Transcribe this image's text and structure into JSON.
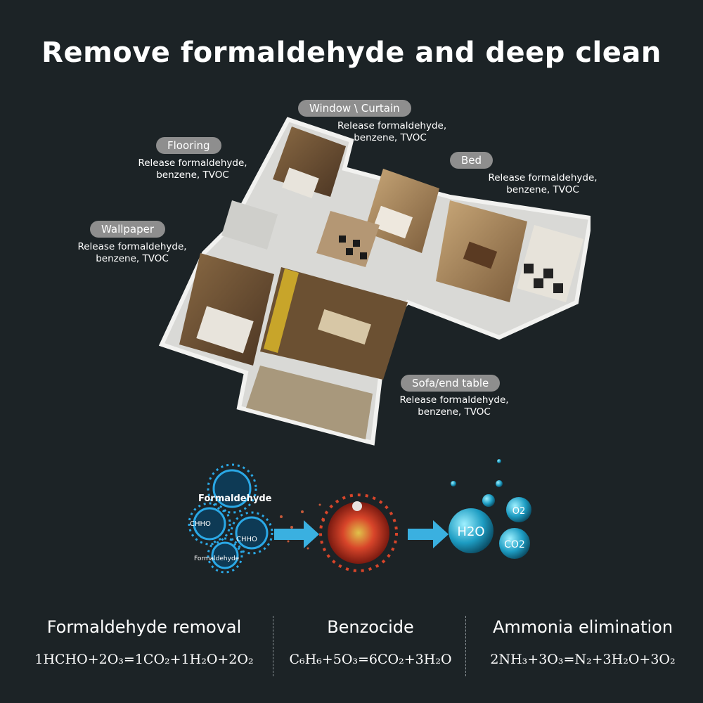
{
  "headline": "Remove formaldehyde and deep clean",
  "labels": [
    {
      "tag": "Window \\ Curtain",
      "desc_line1": "Release formaldehyde,",
      "desc_line2": "benzene, TVOC"
    },
    {
      "tag": "Flooring",
      "desc_line1": "Release formaldehyde,",
      "desc_line2": "benzene, TVOC"
    },
    {
      "tag": "Bed",
      "desc_line1": "Release formaldehyde,",
      "desc_line2": "benzene, TVOC"
    },
    {
      "tag": "Wallpaper",
      "desc_line1": "Release formaldehyde,",
      "desc_line2": "benzene, TVOC"
    },
    {
      "tag": "Sofa/end table",
      "desc_line1": "Release formaldehyde,",
      "desc_line2": "benzene, TVOC"
    }
  ],
  "reaction": {
    "molecule_title": "Formaldehyde",
    "molecule_tag_1": "CHHO",
    "molecule_tag_2": "CHHO",
    "molecule_subtitle": "Formaldehyde",
    "product_1": "H2O",
    "product_2": "O2",
    "product_3": "CO2"
  },
  "columns": [
    {
      "title": "Formaldehyde removal",
      "formula": "1HCHO+2O₃=1CO₂+1H₂O+2O₂"
    },
    {
      "title": "Benzocide",
      "formula": "C₆H₆+5O₃=6CO₂+3H₂O"
    },
    {
      "title": "Ammonia elimination",
      "formula": "2NH₃+3O₃=N₂+3H₂O+3O₂"
    }
  ],
  "colors": {
    "background": "#1c2326",
    "tag_background": "#8e8e8e",
    "virus_blue": "#2aa8e6",
    "arrow_blue": "#3ab0e0",
    "virus_red": "#d8452a",
    "bubble": "#2fb6d8"
  }
}
